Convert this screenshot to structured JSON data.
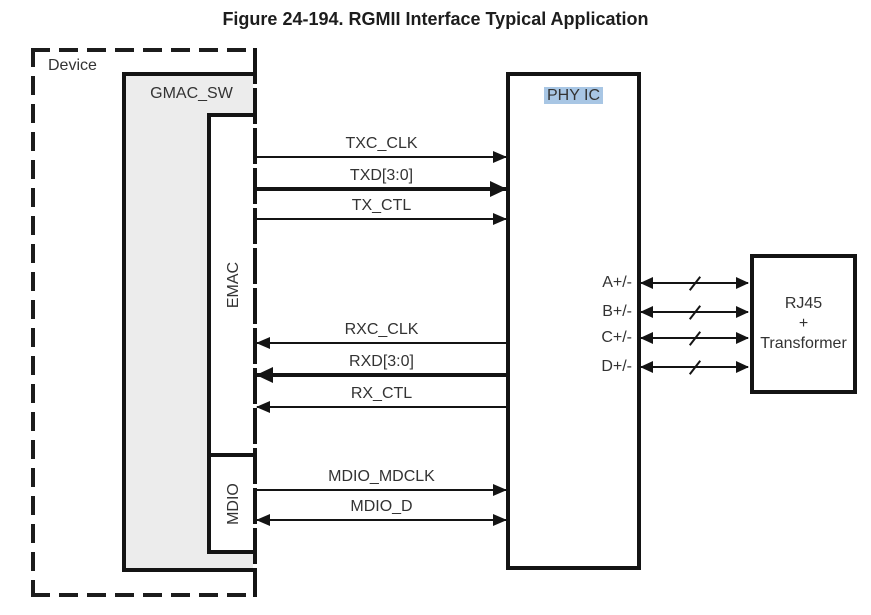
{
  "title": "Figure 24-194. RGMII Interface Typical Application",
  "device": {
    "label": "Device"
  },
  "gmac": {
    "label": "GMAC_SW"
  },
  "emac": {
    "label": "EMAC"
  },
  "mdio_block": {
    "label": "MDIO"
  },
  "phy": {
    "label": "PHY IC",
    "highlight_color": "#a8c6e4"
  },
  "rj45": {
    "line1": "RJ45",
    "line2": "+",
    "line3": "Transformer"
  },
  "signals": [
    {
      "label": "TXC_CLK",
      "direction": "right",
      "weight": "thin"
    },
    {
      "label": "TXD[3:0]",
      "direction": "right",
      "weight": "thick"
    },
    {
      "label": "TX_CTL",
      "direction": "right",
      "weight": "thin"
    },
    {
      "label": "RXC_CLK",
      "direction": "left",
      "weight": "thin"
    },
    {
      "label": "RXD[3:0]",
      "direction": "left",
      "weight": "thick"
    },
    {
      "label": "RX_CTL",
      "direction": "left",
      "weight": "thin"
    },
    {
      "label": "MDIO_MDCLK",
      "direction": "right",
      "weight": "thin"
    },
    {
      "label": "MDIO_D",
      "direction": "both",
      "weight": "thin"
    }
  ],
  "media_pairs": [
    {
      "label": "A+/-"
    },
    {
      "label": "B+/-"
    },
    {
      "label": "C+/-"
    },
    {
      "label": "D+/-"
    }
  ],
  "colors": {
    "line": "#141414",
    "block_fill": "#ececec",
    "phy_highlight": "#a8c6e4",
    "text": "#333333"
  }
}
